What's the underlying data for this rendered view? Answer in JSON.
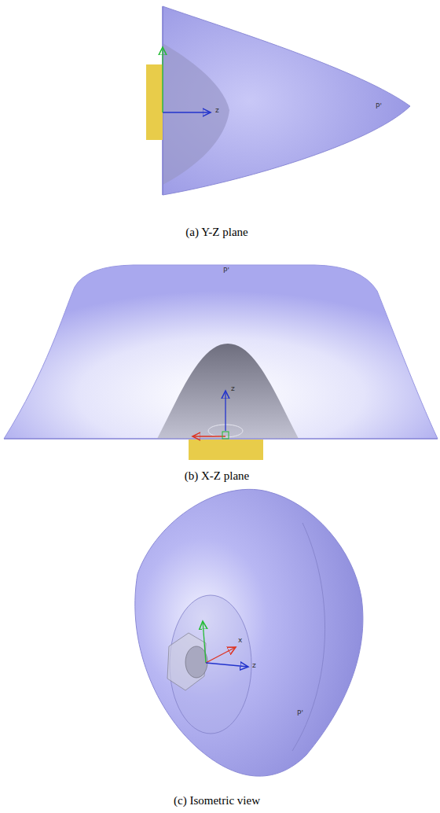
{
  "diagram": {
    "labels": [
      "z",
      "P'",
      "(a) Y-Z plane",
      "P'",
      "z",
      "(b) X-Z plane",
      "x",
      "z",
      "P'",
      "(c) Isometric view"
    ]
  }
}
